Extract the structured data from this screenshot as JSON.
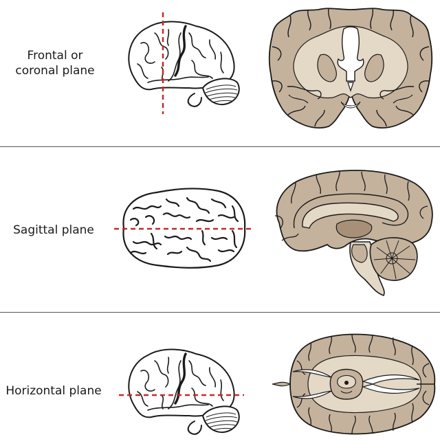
{
  "planes": [
    {
      "label_lines": [
        "Frontal or",
        "coronal plane"
      ]
    },
    {
      "label_lines": [
        "Sagittal plane"
      ]
    },
    {
      "label_lines": [
        "Horizontal plane"
      ]
    }
  ],
  "colors": {
    "tissue": "#c4b29c",
    "tissue_dark": "#a89078",
    "tissue_light": "#e4d8c6",
    "section_line": "#c8282a",
    "outline": "#1a1a1a",
    "divider": "#555555"
  },
  "icons": [
    "brain-lateral-icon",
    "brain-top-icon",
    "coronal-section-icon",
    "sagittal-section-icon",
    "horizontal-section-icon"
  ]
}
